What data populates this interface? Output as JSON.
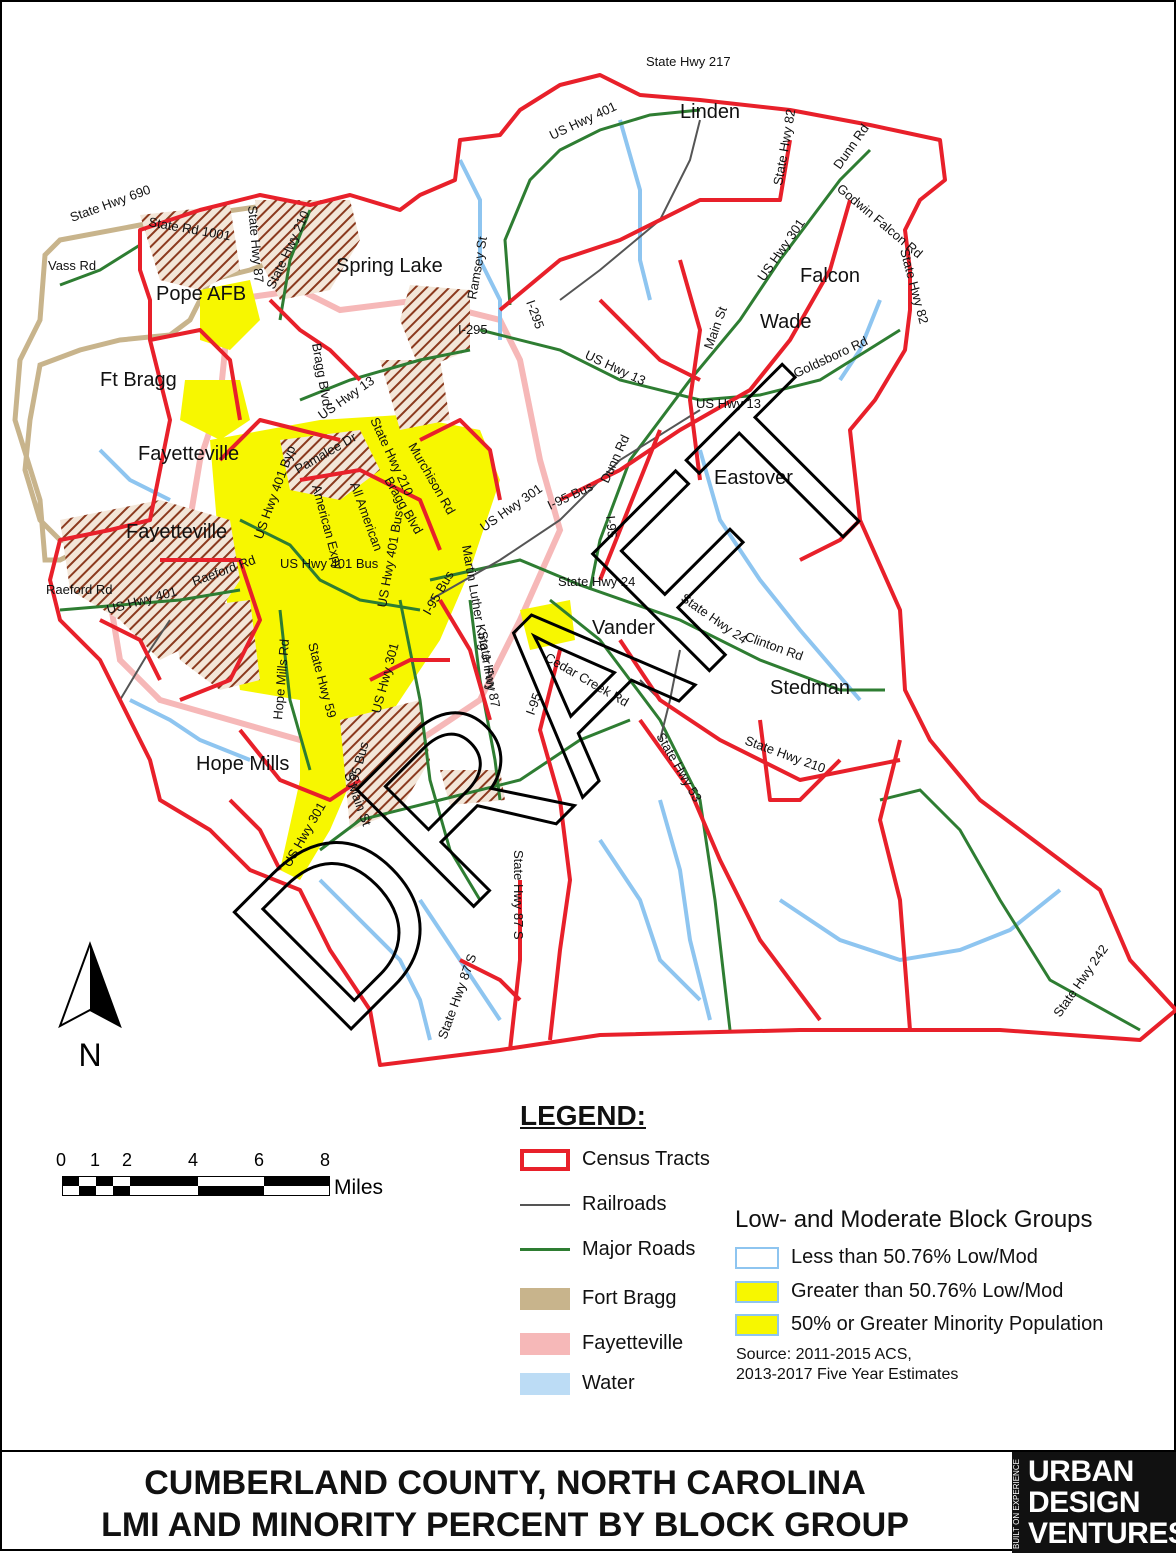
{
  "map": {
    "watermark": "DRAFT",
    "places": [
      "Linden",
      "Spring Lake",
      "Pope AFB",
      "Ft Bragg",
      "Fayetteville",
      "Fayetteville",
      "Falcon",
      "Wade",
      "Eastover",
      "Vander",
      "Stedman",
      "Hope Mills"
    ],
    "roads": [
      "State Hwy 217",
      "US Hwy 401",
      "State Hwy 82",
      "Dunn Rd",
      "Godwin Falcon Rd",
      "State Hwy 82",
      "US Hwy 301",
      "Main St",
      "Goldsboro Rd",
      "US Hwy 13",
      "US Hwy 13",
      "I-295",
      "I-295",
      "Ramsey St",
      "Vass Rd",
      "State Hwy 690",
      "State Rd 1001",
      "State Hwy 87",
      "State Hwy 210",
      "Bragg Blvd",
      "US Hwy 13",
      "State Hwy 210",
      "Murchison Rd",
      "Pamalee Dr",
      "US Hwy 401 Byp",
      "American Expy",
      "All American",
      "Bragg Blvd",
      "US Hwy 301",
      "I-95 Bus",
      "Dunn Rd",
      "I-95",
      "Martin Luther King Jr Fwy",
      "State Hwy 24",
      "State Hwy 24",
      "Clinton Rd",
      "Raeford Rd",
      "US Hwy 401",
      "Raeford Rd",
      "US Hwy 401 Bus",
      "US Hwy 401 Bus",
      "I-95 Bus",
      "Hope Mills Rd",
      "State Hwy 59",
      "US Hwy 301",
      "I-95 Bus",
      "S Main St",
      "State Hwy 87",
      "Cedar Creek Rd",
      "I-95",
      "State Hwy 53",
      "State Hwy 210",
      "US Hwy 301",
      "State Hwy 87 S",
      "State Hwy 87 S",
      "State Hwy 242"
    ],
    "north_label": "N",
    "scale": {
      "ticks": [
        "0",
        "1",
        "2",
        "4",
        "6",
        "8"
      ],
      "unit": "Miles"
    }
  },
  "legend": {
    "title": "LEGEND:",
    "items": [
      {
        "label": "Census Tracts"
      },
      {
        "label": "Railroads"
      },
      {
        "label": "Major Roads"
      },
      {
        "label": "Fort Bragg"
      },
      {
        "label": "Fayetteville"
      },
      {
        "label": "Water"
      }
    ],
    "lowmod": {
      "title": "Low- and Moderate Block Groups",
      "items": [
        {
          "label": "Less than 50.76% Low/Mod"
        },
        {
          "label": "Greater than 50.76% Low/Mod"
        },
        {
          "label": "50% or Greater Minority Population"
        }
      ]
    },
    "source": [
      "Source: 2011-2015 ACS,",
      "2013-2017 Five Year Estimates"
    ]
  },
  "title": {
    "line1": "CUMBERLAND COUNTY, NORTH CAROLINA",
    "line2": "LMI AND MINORITY PERCENT BY BLOCK GROUP"
  },
  "logo": {
    "lines": [
      "URBAN",
      "DESIGN",
      "VENTURES"
    ],
    "tagline": "BUILT ON EXPERIENCE"
  },
  "colors": {
    "tract": "#e8202a",
    "major_road": "#2e7d32",
    "railroad": "#555555",
    "fort_bragg": "#c8b48c",
    "fayetteville": "#f6b8b8",
    "water": "#8ec5f0",
    "lowmod": "#f7f700",
    "minority_hatch": "#8b3a1e"
  }
}
